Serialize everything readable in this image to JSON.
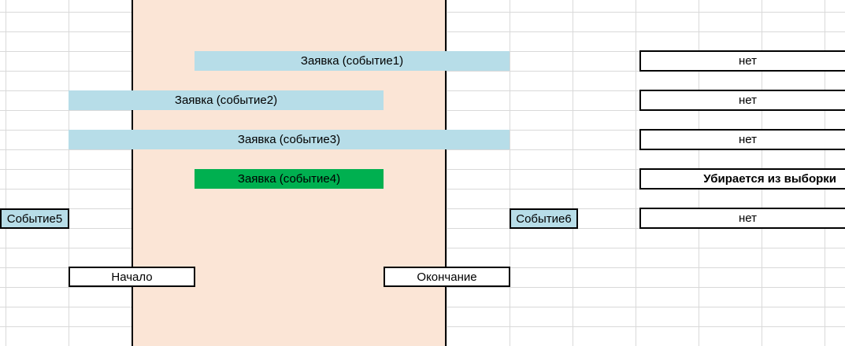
{
  "events": {
    "event1": "Заявка (событие1)",
    "event2": "Заявка (событие2)",
    "event3": "Заявка (событие3)",
    "event4": "Заявка (событие4)",
    "event5": "Событие5",
    "event6": "Событие6"
  },
  "markers": {
    "start": "Начало",
    "end": "Окончание"
  },
  "results": {
    "r1": "нет",
    "r2": "нет",
    "r3": "нет",
    "r4": "Убирается из выборки",
    "r5": "нет"
  },
  "colors": {
    "period_fill": "#fbe5d6",
    "event_bar": "#b7dde8",
    "excluded_event_bar": "#00b050",
    "gridline": "#d9d9d9"
  }
}
